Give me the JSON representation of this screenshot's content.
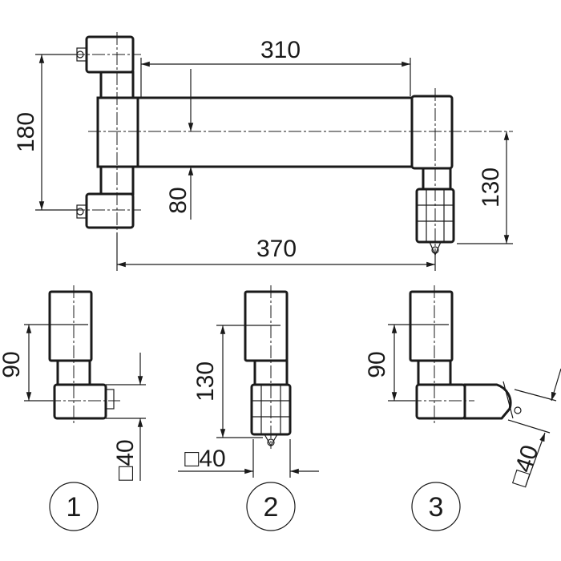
{
  "drawing": {
    "main_view": {
      "dim_top": "310",
      "dim_left": "180",
      "dim_inner": "80",
      "dim_right": "130",
      "dim_bottom": "370"
    },
    "variant_1": {
      "number": "1",
      "dim_height": "90",
      "dim_square": "□40"
    },
    "variant_2": {
      "number": "2",
      "dim_height": "130",
      "dim_square": "□40"
    },
    "variant_3": {
      "number": "3",
      "dim_height": "90",
      "dim_square": "□40"
    }
  }
}
